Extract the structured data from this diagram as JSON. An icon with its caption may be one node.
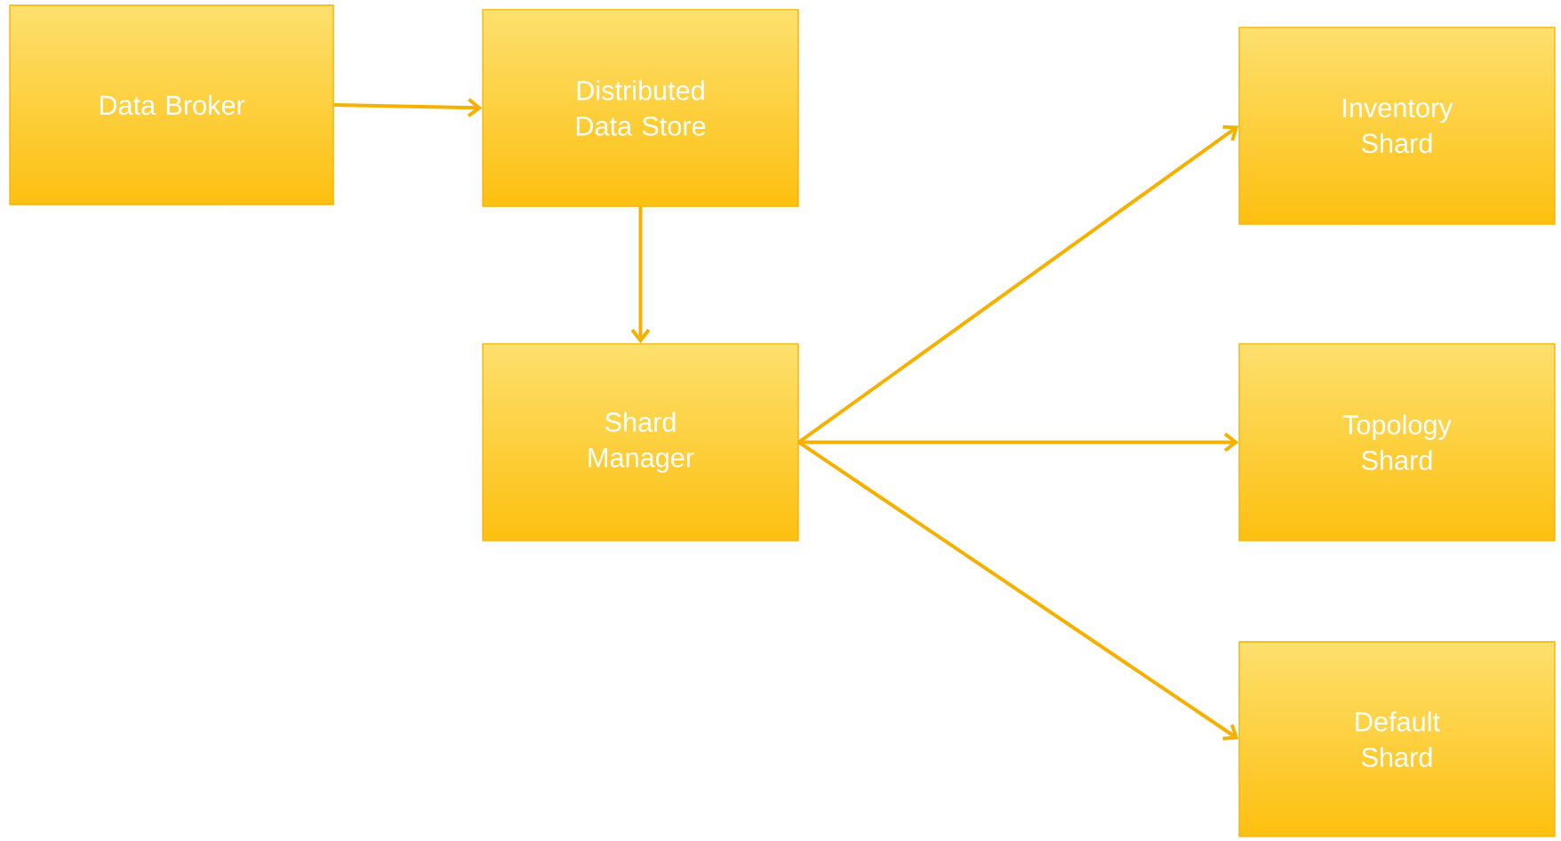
{
  "diagram": {
    "nodes": [
      {
        "text": [
          "Data Broker"
        ]
      },
      {
        "text": [
          "Distributed Data Store"
        ]
      },
      {
        "text": [
          "Shard Manager"
        ]
      },
      {
        "text": [
          "Inventory Shard"
        ]
      },
      {
        "text": [
          "Topology Shard"
        ]
      },
      {
        "text": [
          "Default Shard"
        ]
      }
    ],
    "edges": [
      {
        "from": 0,
        "to": 1,
        "arrow": "to"
      },
      {
        "from": 1,
        "to": 2,
        "arrow": "to"
      },
      {
        "from": 2,
        "to": 3,
        "arrow": "to"
      },
      {
        "from": 2,
        "to": 4,
        "arrow": "to"
      },
      {
        "from": 2,
        "to": 5,
        "arrow": "to"
      }
    ]
  }
}
